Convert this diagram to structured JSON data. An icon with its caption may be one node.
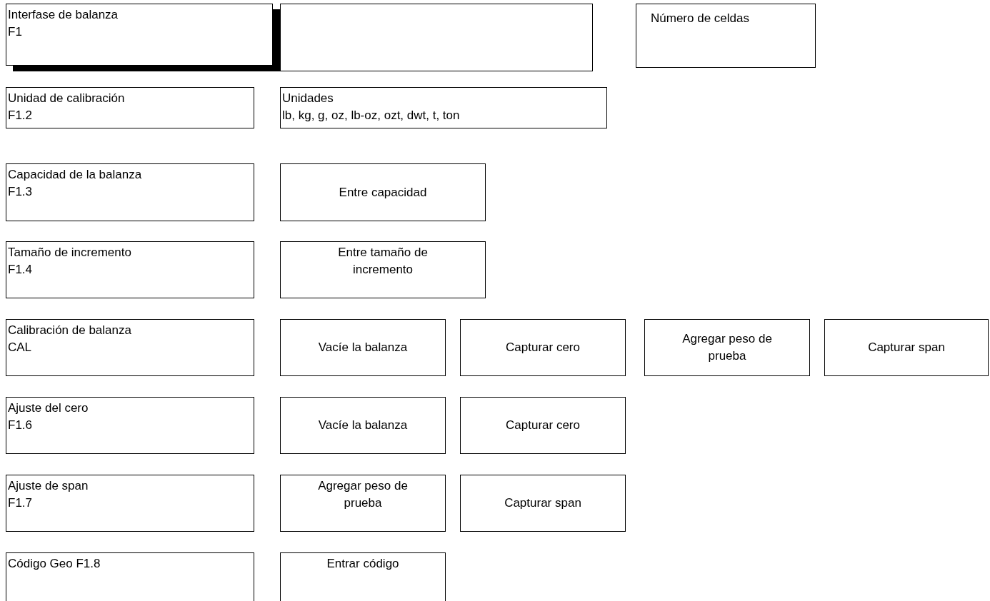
{
  "diagram": {
    "nodes": [
      {
        "text": [
          "Interfase de balanza",
          "F1"
        ]
      },
      {
        "text": [],
        "shape": "box"
      },
      {
        "text": [
          "Número de celdas"
        ]
      },
      {
        "text": [
          "Unidad de calibración",
          "F1.2"
        ]
      },
      {
        "text": [
          "Unidades",
          "lb, kg, g, oz, lb-oz, ozt, dwt, t, ton"
        ]
      },
      {
        "text": [
          "Capacidad de la balanza",
          "F1.3"
        ]
      },
      {
        "text": [
          "Entre capacidad"
        ]
      },
      {
        "text": [
          "Tamaño de incremento",
          "F1.4"
        ]
      },
      {
        "text": [
          "Entre tamaño de incremento"
        ]
      },
      {
        "text": [
          "Calibración de balanza",
          "CAL"
        ]
      },
      {
        "text": [
          "Vacíe la balanza"
        ]
      },
      {
        "text": [
          "Capturar cero"
        ]
      },
      {
        "text": [
          "Agregar peso de prueba"
        ]
      },
      {
        "text": [
          "Capturar span"
        ]
      },
      {
        "text": [
          "Ajuste del cero",
          "F1.6"
        ]
      },
      {
        "text": [
          "Vacíe la balanza"
        ]
      },
      {
        "text": [
          "Capturar cero"
        ]
      },
      {
        "text": [
          "Ajuste de span",
          "F1.7"
        ]
      },
      {
        "text": [
          "Agregar peso de prueba"
        ]
      },
      {
        "text": [
          "Capturar span"
        ]
      },
      {
        "text": [
          "Código Geo F1.8"
        ]
      },
      {
        "text": [
          "Entrar código"
        ]
      }
    ],
    "edges": []
  }
}
